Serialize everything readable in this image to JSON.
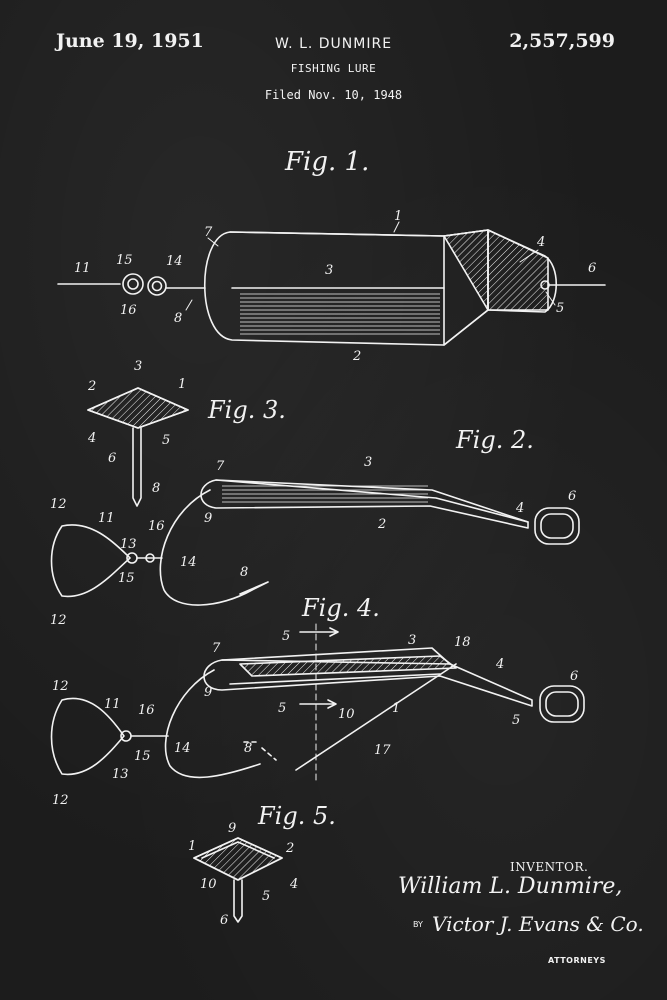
{
  "header": {
    "date": "June 19, 1951",
    "inventor": "W. L. DUNMIRE",
    "title": "FISHING LURE",
    "filed": "Filed Nov. 10, 1948",
    "patent_number": "2,557,599"
  },
  "figures": {
    "fig1": "Fig. 1.",
    "fig2": "Fig. 2.",
    "fig3": "Fig. 3.",
    "fig4": "Fig. 4.",
    "fig5": "Fig. 5."
  },
  "ref_numerals": {
    "fig1": [
      "1",
      "2",
      "3",
      "4",
      "5",
      "6",
      "7",
      "8",
      "11",
      "14",
      "15",
      "16"
    ],
    "fig2": [
      "2",
      "3",
      "4",
      "6",
      "7",
      "8",
      "9",
      "11",
      "12",
      "12",
      "13",
      "14",
      "15",
      "16"
    ],
    "fig3": [
      "1",
      "2",
      "3",
      "4",
      "5",
      "6",
      "8"
    ],
    "fig4": [
      "1",
      "3",
      "4",
      "5",
      "5",
      "5",
      "6",
      "7",
      "8",
      "9",
      "10",
      "11",
      "12",
      "12",
      "13",
      "14",
      "15",
      "16",
      "17",
      "18"
    ],
    "fig5": [
      "1",
      "2",
      "4",
      "5",
      "6",
      "9",
      "10"
    ]
  },
  "footer": {
    "inventor_label": "INVENTOR.",
    "inventor_signature": "William L. Dunmire,",
    "by_label": "BY",
    "attorney_signature": "Victor J. Evans & Co.",
    "attorneys_label": "ATTORNEYS"
  },
  "colors": {
    "background": "#1c1c1c",
    "ink": "#f2f2f2"
  }
}
